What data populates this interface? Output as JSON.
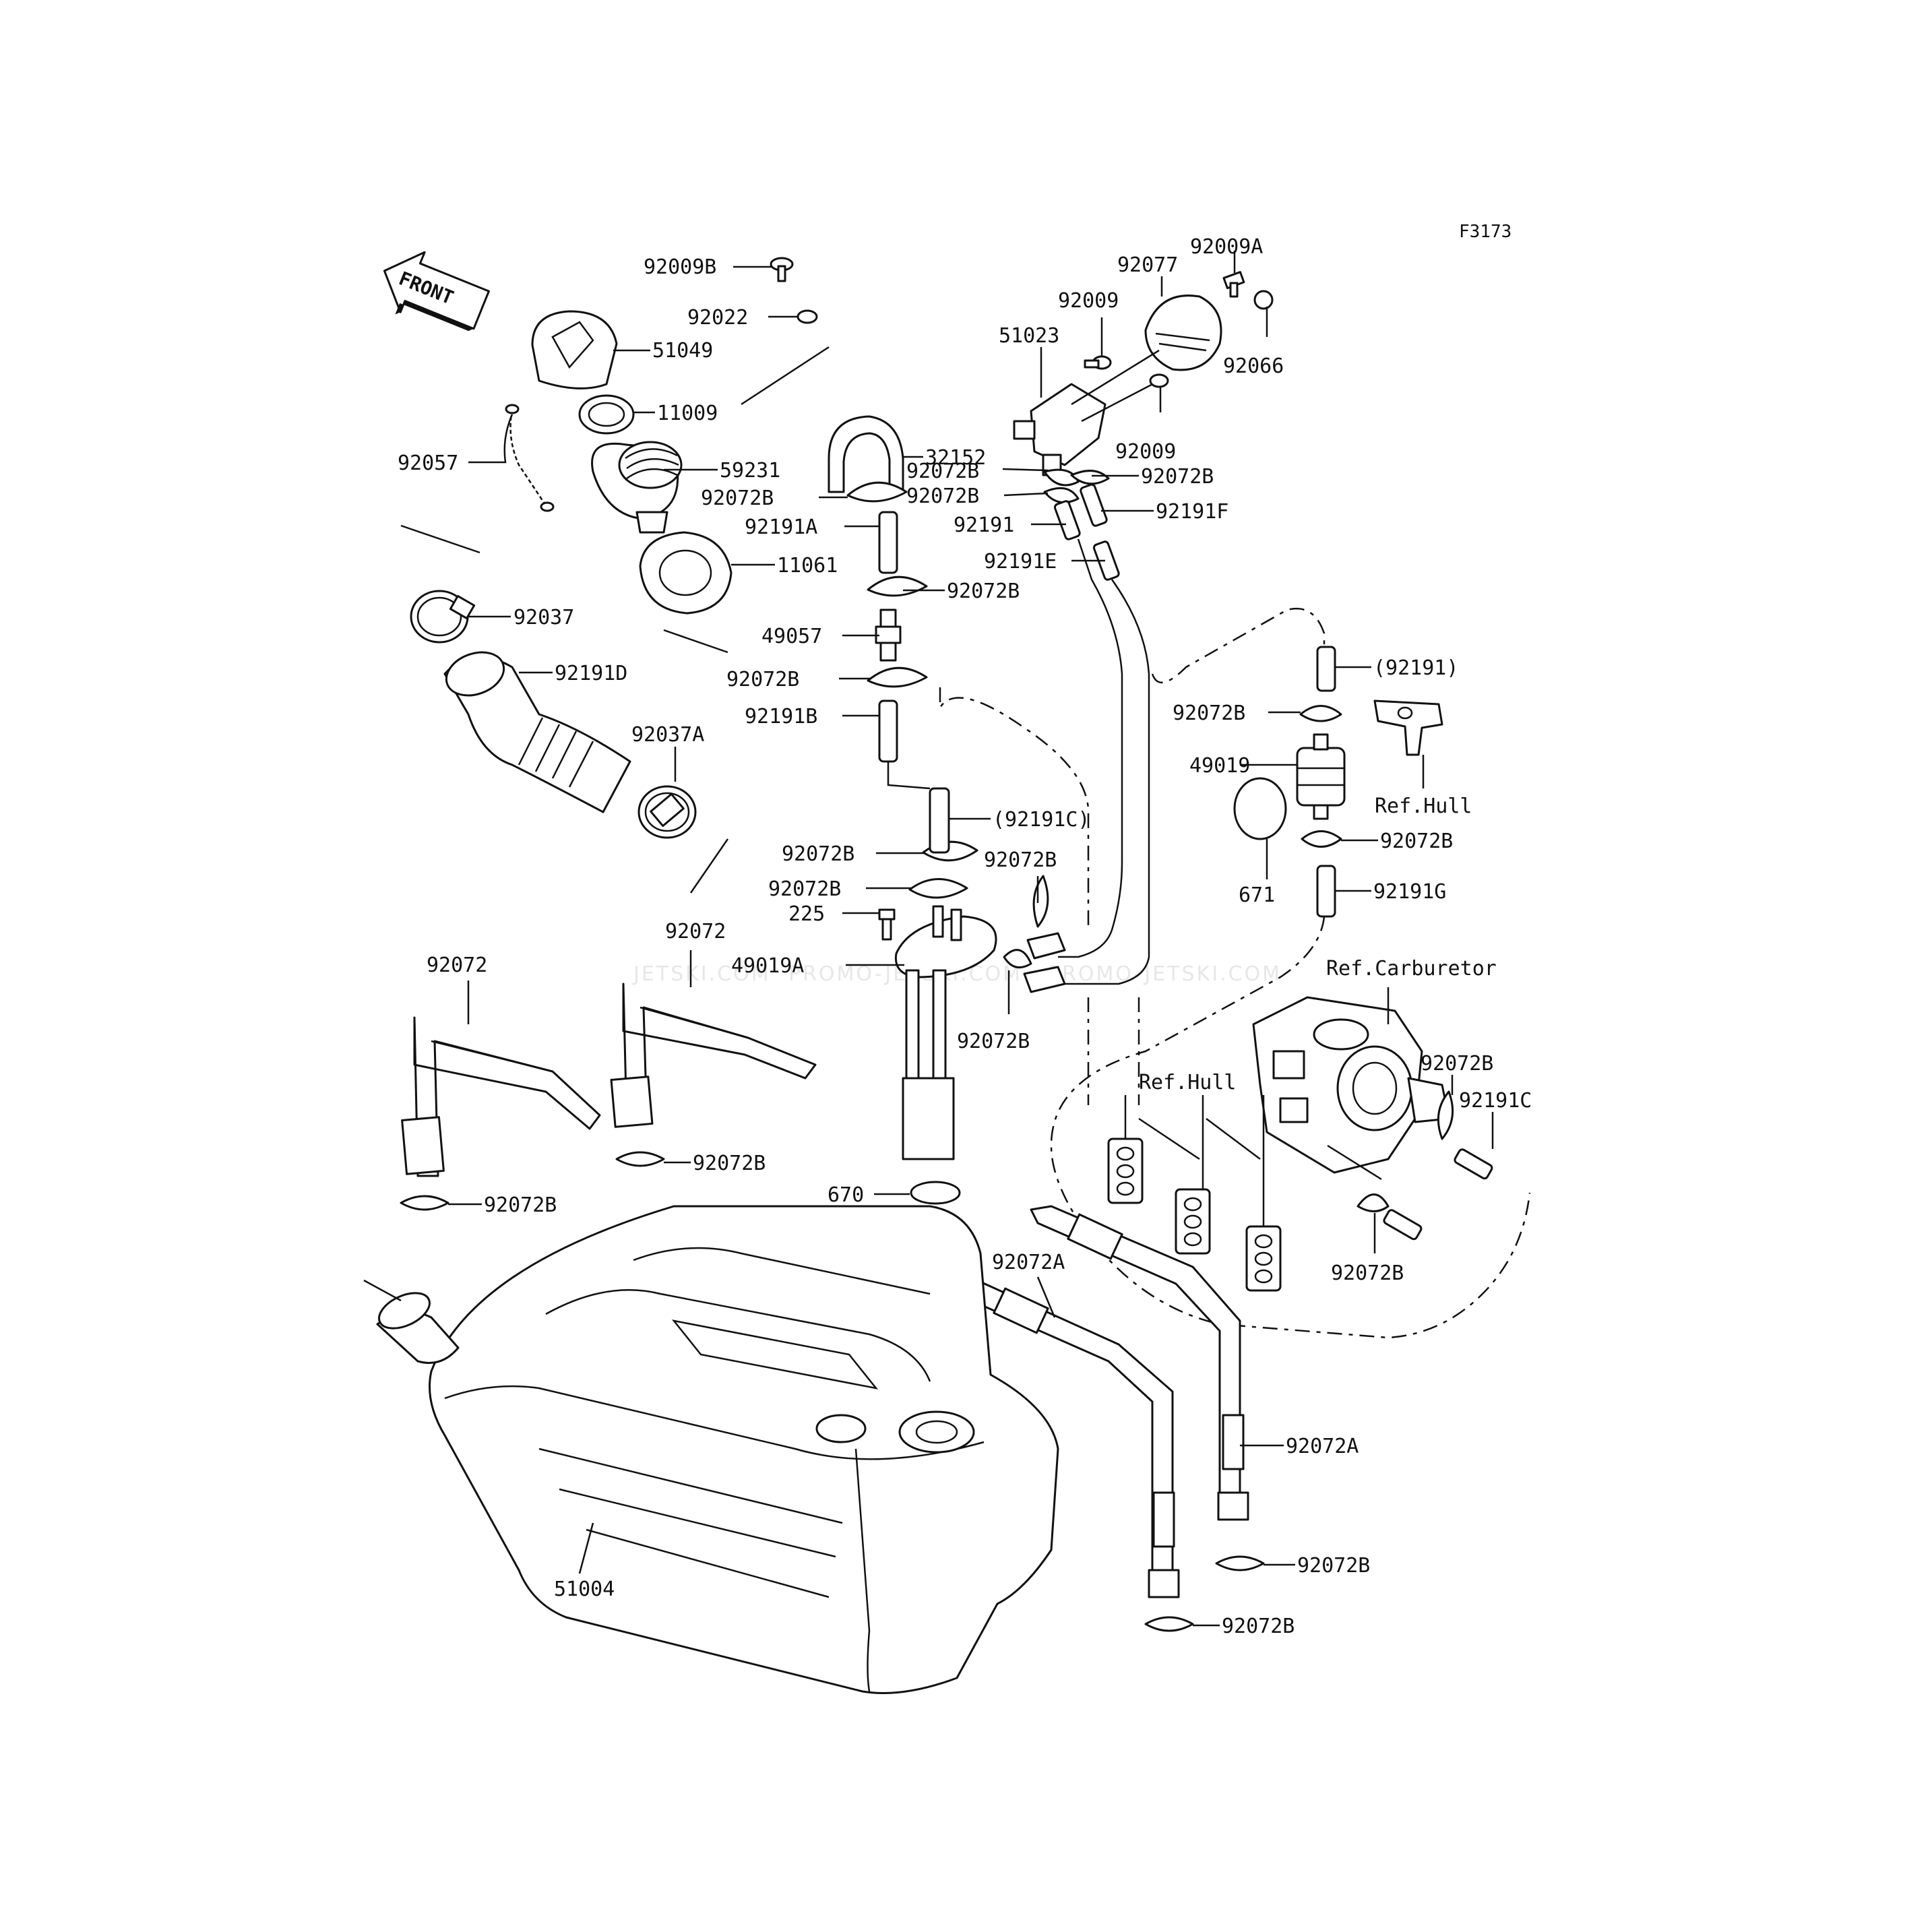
{
  "figure_code": "F3173",
  "front_label": "FRONT",
  "watermark": [
    "JETSKI.COM",
    "PROMO-JETSKI.COM",
    "PROMO-JETSKI.COM"
  ],
  "labels": {
    "l_92009B": "92009B",
    "l_92022": "92022",
    "l_51049": "51049",
    "l_11009": "11009",
    "l_92057": "92057",
    "l_59231": "59231",
    "l_11061": "11061",
    "l_92037": "92037",
    "l_92191D": "92191D",
    "l_92037A": "92037A",
    "l_32152": "32152",
    "l_92072B_a": "92072B",
    "l_92191A": "92191A",
    "l_92072B_b": "92072B",
    "l_49057": "49057",
    "l_92072B_c": "92072B",
    "l_92191B": "92191B",
    "l_92191C_p": "(92191C)",
    "l_92072B_d": "92072B",
    "l_92072B_e": "92072B",
    "l_225": "225",
    "l_49019A": "49019A",
    "l_92072B_f": "92072B",
    "l_92072B_g": "92072B",
    "l_92077": "92077",
    "l_92009A": "92009A",
    "l_92009_a": "92009",
    "l_51023": "51023",
    "l_92066": "92066",
    "l_92009_b": "92009",
    "l_92072B_h": "92072B",
    "l_92072B_i": "92072B",
    "l_92072B_j": "92072B",
    "l_92191F": "92191F",
    "l_92191": "92191",
    "l_92191E": "92191E",
    "l_92191_p": "(92191)",
    "l_92072B_k": "92072B",
    "l_49019": "49019",
    "l_refhull_a": "Ref.Hull",
    "l_671": "671",
    "l_92072B_l": "92072B",
    "l_92191G": "92191G",
    "l_refcarb": "Ref.Carburetor",
    "l_92072B_m": "92072B",
    "l_92191C": "92191C",
    "l_refhull_b": "Ref.Hull",
    "l_92072B_n": "92072B",
    "l_92072_a": "92072",
    "l_92072_b": "92072",
    "l_92072B_o": "92072B",
    "l_92072B_p": "92072B",
    "l_670": "670",
    "l_92072A_a": "92072A",
    "l_92072A_b": "92072A",
    "l_92072B_q": "92072B",
    "l_92072B_r": "92072B",
    "l_51004": "51004"
  }
}
